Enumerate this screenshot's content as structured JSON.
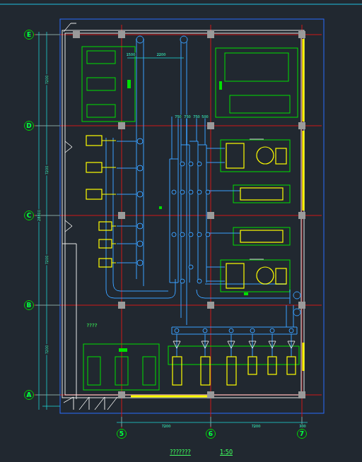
{
  "diagram": {
    "title": "???????",
    "nodes": [
      {
        "text": [
          "E"
        ]
      },
      {
        "text": [
          "D"
        ]
      },
      {
        "text": [
          "C"
        ]
      },
      {
        "text": [
          "B"
        ]
      },
      {
        "text": [
          "A"
        ]
      },
      {
        "text": [
          "5"
        ]
      },
      {
        "text": [
          "6"
        ]
      },
      {
        "text": [
          "7"
        ]
      }
    ],
    "labels": [
      "28800",
      "7200",
      "7200",
      "7200",
      "7200",
      "1500",
      "2200",
      "750",
      "750",
      "750",
      "500",
      "7200",
      "7200",
      "300",
      "????",
      "1:50"
    ]
  }
}
